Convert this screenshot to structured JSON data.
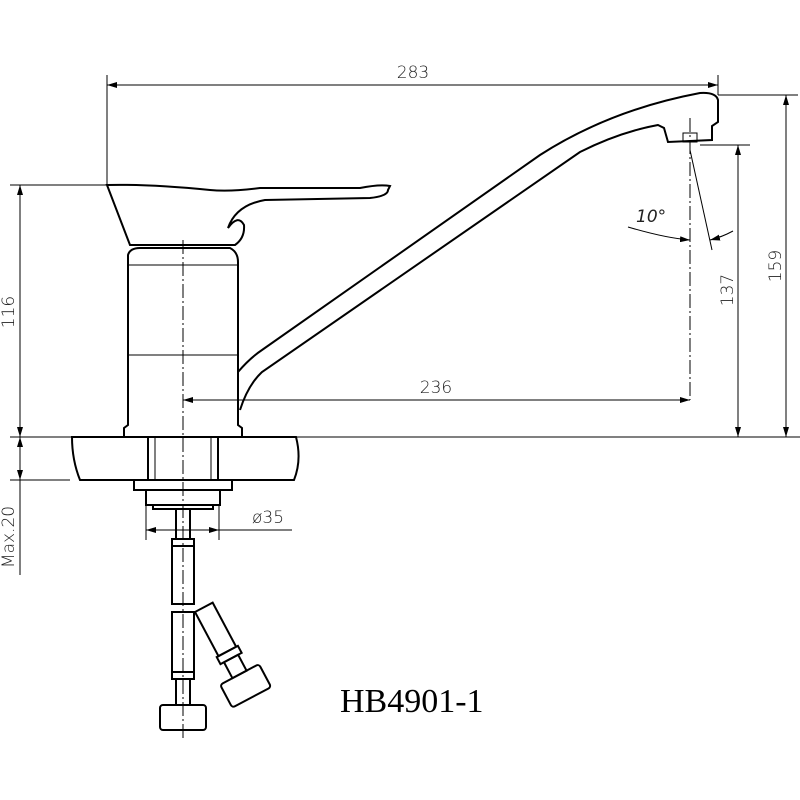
{
  "drawing": {
    "model": "HB4901-1",
    "dimensions": {
      "total_length": "283",
      "spout_reach": "236",
      "body_height": "116",
      "outlet_height": "137",
      "total_height": "159",
      "outlet_angle": "10°",
      "hole_diameter": "ø35",
      "max_counter_thickness": "Max.20"
    }
  }
}
